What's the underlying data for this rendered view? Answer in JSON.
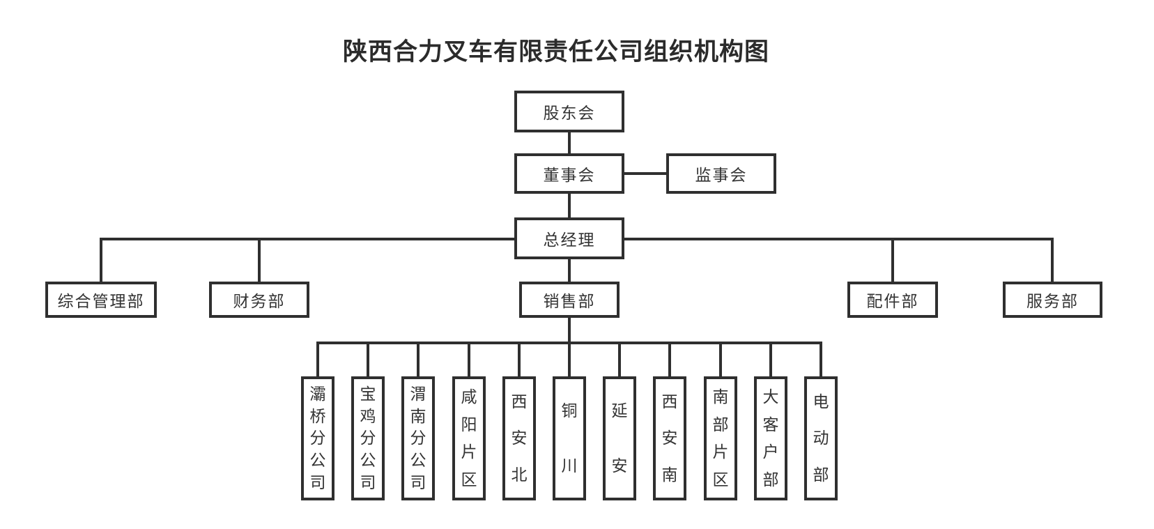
{
  "title": "陕西合力叉车有限责任公司组织机构图",
  "colors": {
    "line": "#2f2f2f",
    "text": "#333333",
    "background": "#ffffff"
  },
  "org": {
    "shareholders_meeting": "股东会",
    "board_of_directors": "董事会",
    "supervisory_board": "监事会",
    "general_manager": "总经理",
    "departments": [
      "综合管理部",
      "财务部",
      "销售部",
      "配件部",
      "服务部"
    ],
    "sales_branches": [
      "灞桥分公司",
      "宝鸡分公司",
      "渭南分公司",
      "咸阳片区",
      "西安北",
      "铜川",
      "延安",
      "西安南",
      "南部片区",
      "大客户部",
      "电动部"
    ]
  }
}
